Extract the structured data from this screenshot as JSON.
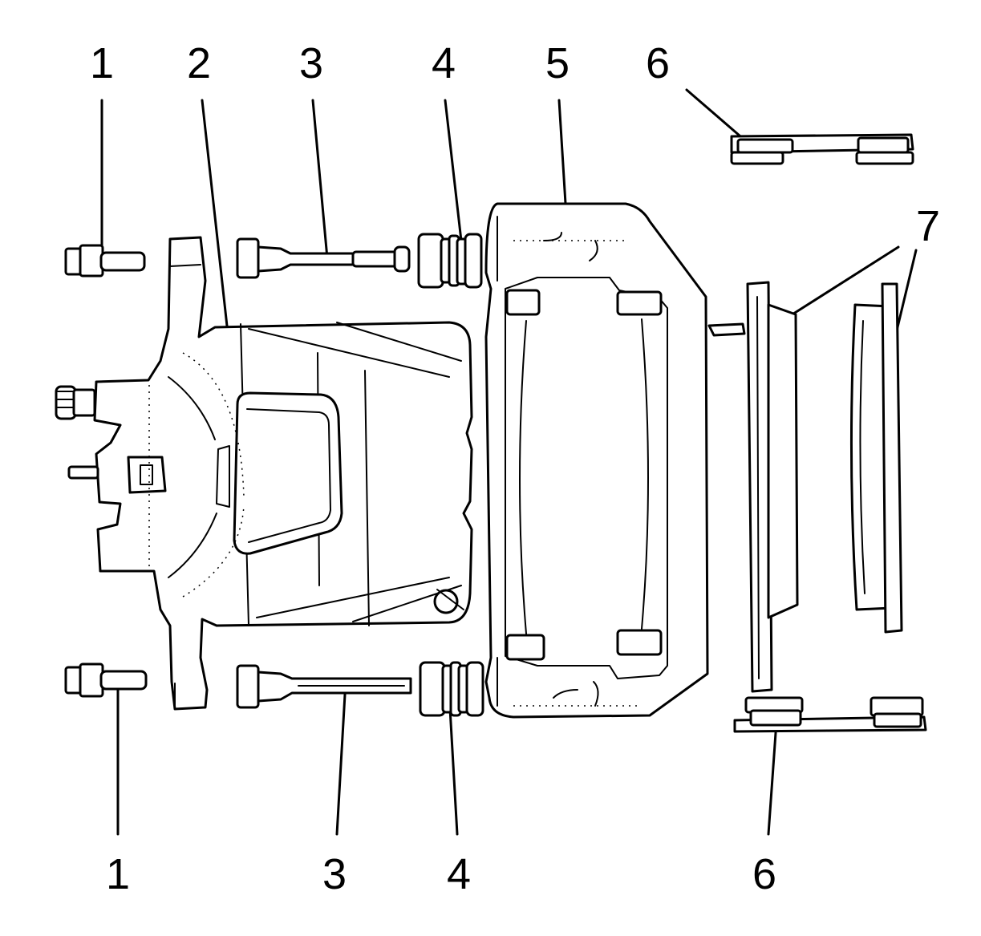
{
  "callouts": {
    "c1_top": "1",
    "c2": "2",
    "c3_top": "3",
    "c4_top": "4",
    "c5": "5",
    "c6_top": "6",
    "c7": "7",
    "c1_bottom": "1",
    "c3_bottom": "3",
    "c4_bottom": "4",
    "c6_bottom": "6"
  },
  "colors": {
    "line": "#000000",
    "background": "#ffffff"
  }
}
